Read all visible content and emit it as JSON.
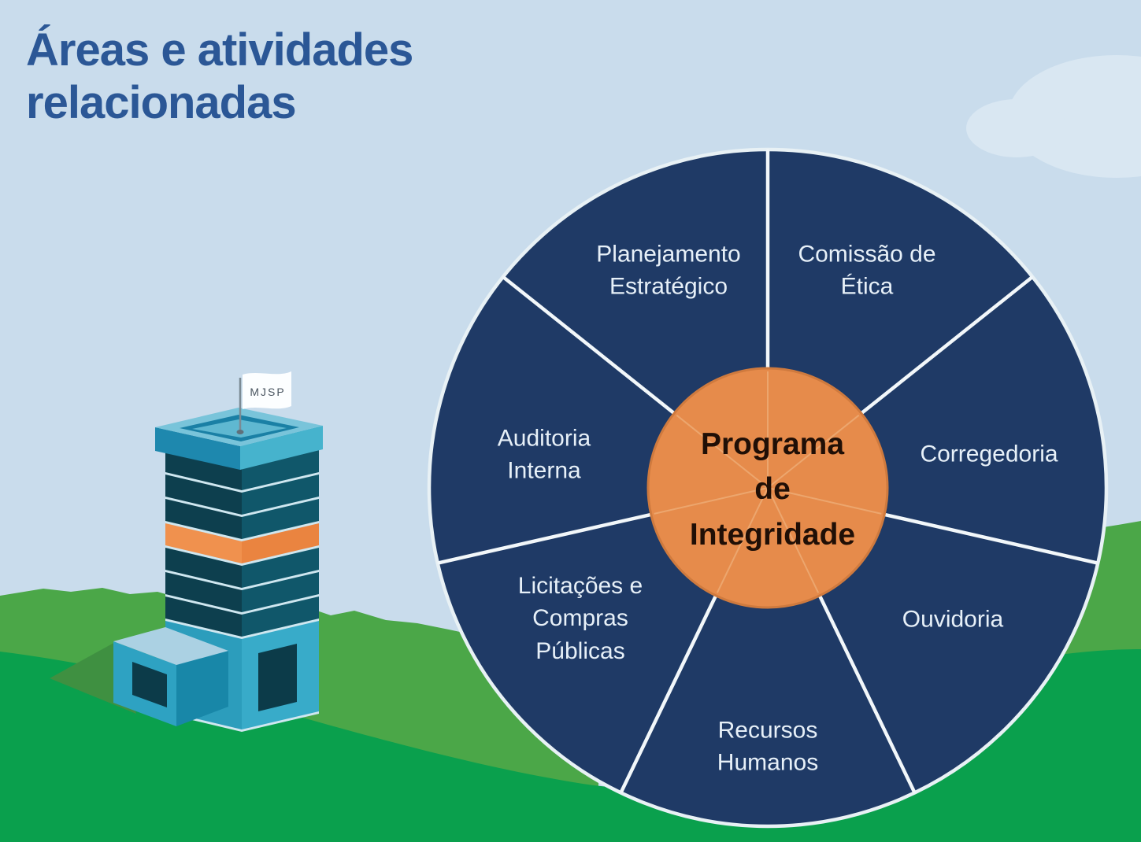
{
  "title": "Áreas e atividades\nrelacionadas",
  "building": {
    "flag_label": "MJSP"
  },
  "wheel": {
    "center_label": "Programa\nde\nIntegridade",
    "segments": [
      {
        "label": "Comissão de\nÉtica"
      },
      {
        "label": "Corregedoria"
      },
      {
        "label": "Ouvidoria"
      },
      {
        "label": "Recursos\nHumanos"
      },
      {
        "label": "Licitações e\nCompras\nPúblicas"
      },
      {
        "label": "Auditoria\nInterna"
      },
      {
        "label": "Planejamento\nEstratégico"
      }
    ]
  },
  "colors": {
    "sky": "#c9dcec",
    "cloud": "#d9e7f2",
    "hill_back": "#4ba748",
    "hill_front": "#0aa04d",
    "hill_shadow": "#3f9041",
    "title_text": "#2b5796",
    "wheel_ring": "#1f3a66",
    "wheel_outline": "#e8f1f5",
    "wheel_divider": "#f2f7fa",
    "wheel_center_fill": "#e68b4b",
    "wheel_center_border": "#cf7a3e",
    "segment_text": "#e7f0f8",
    "center_text": "#200f06",
    "building_dark_band": "#0d3f4e",
    "building_orange_band": "#f0914e",
    "building_teal": "#35a9c7",
    "flag_white": "#fcfeff"
  }
}
